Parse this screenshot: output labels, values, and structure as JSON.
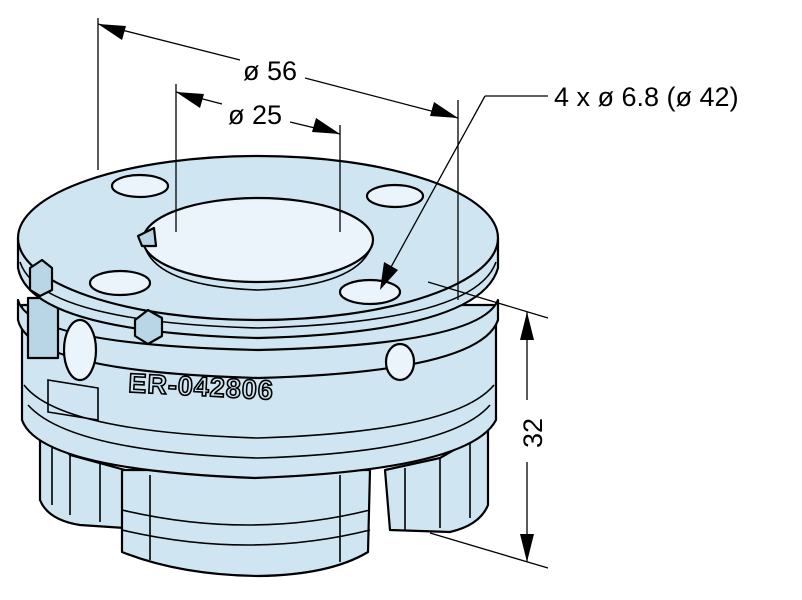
{
  "drawing": {
    "part_marking": "ER-042806",
    "dimensions": {
      "outer_diameter": "ø 56",
      "bore_diameter": "ø 25",
      "holes": "4 x ø 6.8 (ø 42)",
      "height": "32"
    },
    "colors": {
      "part_fill": "#cfe6f2",
      "outline": "#000000"
    }
  }
}
